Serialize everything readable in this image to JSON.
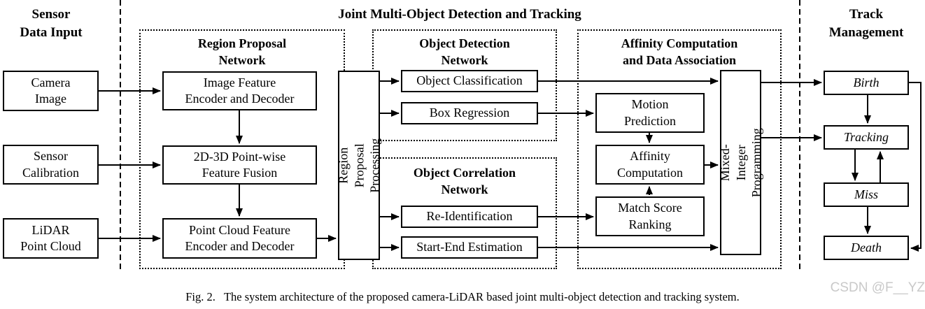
{
  "titles": {
    "sensor": "Sensor\nData Input",
    "joint": "Joint Multi-Object Detection and Tracking",
    "track": "Track\nManagement"
  },
  "sensor_boxes": {
    "camera": "Camera\nImage",
    "calibration": "Sensor\nCalibration",
    "lidar": "LiDAR\nPoint Cloud"
  },
  "rpn": {
    "title": "Region Proposal\nNetwork",
    "image_feature": "Image Feature\nEncoder and Decoder",
    "fusion": "2D-3D Point-wise\nFeature Fusion",
    "point_cloud_feature": "Point Cloud Feature\nEncoder and Decoder"
  },
  "rpp_label": "Region Proposal\nProcessing",
  "odn": {
    "title": "Object Detection\nNetwork",
    "classification": "Object Classification",
    "box_regression": "Box Regression"
  },
  "ocn": {
    "title": "Object Correlation\nNetwork",
    "reid": "Re-Identification",
    "start_end": "Start-End Estimation"
  },
  "acda": {
    "title": "Affinity Computation\nand Data Association",
    "motion": "Motion\nPrediction",
    "affinity": "Affinity\nComputation",
    "match_score": "Match Score\nRanking"
  },
  "mip_label": "Mixed-Integer\nProgramming",
  "track_boxes": {
    "birth": "Birth",
    "tracking": "Tracking",
    "miss": "Miss",
    "death": "Death"
  },
  "caption": "Fig. 2.   The system architecture of the proposed camera-LiDAR based joint multi-object detection and tracking system.",
  "watermark": "CSDN @F__YZ",
  "colors": {
    "line": "#000000",
    "background": "#ffffff",
    "watermark": "#c9c9c9"
  }
}
